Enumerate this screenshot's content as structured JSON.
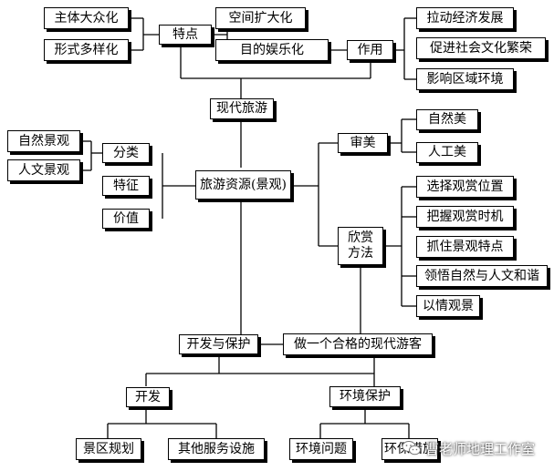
{
  "diagram": {
    "n1": "主体大众化",
    "n2": "形式多样化",
    "n3": "特点",
    "n4": "空间扩大化",
    "n5": "目的娱乐化",
    "n6": "作用",
    "n7": "拉动经济发展",
    "n8": "促进社会文化繁荣",
    "n9": "影响区域环境",
    "n10": "现代旅游",
    "n11": "自然景观",
    "n12": "人文景观",
    "n13": "分类",
    "n14": "特征",
    "n15": "价值",
    "n16": "旅游资源(景观)",
    "n17": "审美",
    "n18": "自然美",
    "n19": "人工美",
    "n20": "欣赏\n方法",
    "n21": "选择观赏位置",
    "n22": "把握观赏时机",
    "n23": "抓住景观特点",
    "n24": "领悟自然与人文和谐",
    "n25": "以情观景",
    "n26": "开发与保护",
    "n27": "做一个合格的现代游客",
    "n28": "开发",
    "n29": "环境保护",
    "n30": "景区规划",
    "n31": "其他服务设施",
    "n32": "环境问题",
    "n33": "环保措施"
  },
  "watermark": {
    "text": "曹老师地理工作室",
    "icon": "wechat-icon"
  }
}
